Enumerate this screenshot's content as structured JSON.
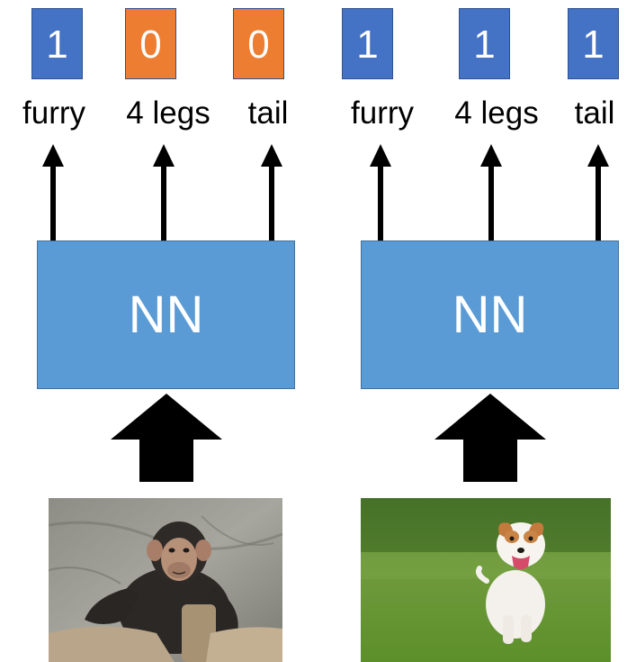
{
  "colors": {
    "one": "#4472c4",
    "zero": "#ed7d31",
    "nn": "#5b9bd5",
    "arrow": "#000000"
  },
  "panels": [
    {
      "outputs": [
        {
          "value": "1",
          "state": "one",
          "feature": "furry"
        },
        {
          "value": "0",
          "state": "zero",
          "feature": "4 legs"
        },
        {
          "value": "0",
          "state": "zero",
          "feature": "tail"
        }
      ],
      "nn_label": "NN",
      "input_image": "chimpanzee-photo"
    },
    {
      "outputs": [
        {
          "value": "1",
          "state": "one",
          "feature": "furry"
        },
        {
          "value": "1",
          "state": "one",
          "feature": "4 legs"
        },
        {
          "value": "1",
          "state": "one",
          "feature": "tail"
        }
      ],
      "nn_label": "NN",
      "input_image": "dog-photo"
    }
  ]
}
